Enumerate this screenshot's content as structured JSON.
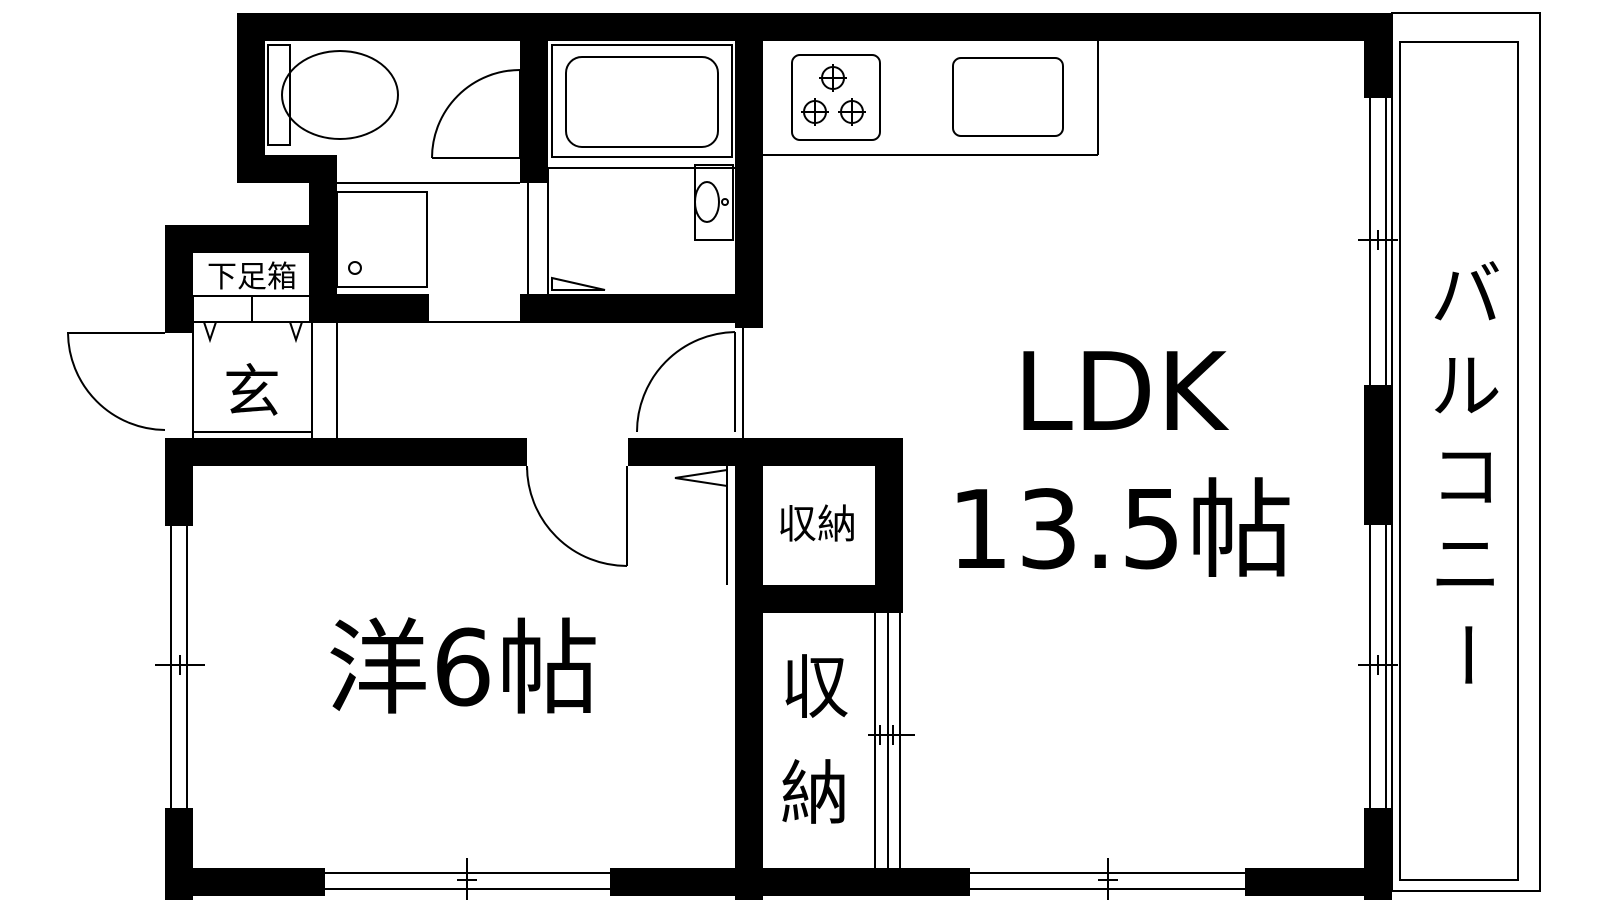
{
  "floorplan": {
    "rooms": {
      "ldk_name": "LDK",
      "ldk_size": "13.5帖",
      "western_room": "洋6帖",
      "storage_small": "収納",
      "storage_closet_line1": "収",
      "storage_closet_line2": "納",
      "entrance": "玄",
      "shoe_box": "下足箱",
      "balcony_chars": [
        "バ",
        "ル",
        "コ",
        "ニ",
        "ー"
      ]
    },
    "colors": {
      "wall": "#000000",
      "background": "#ffffff"
    }
  }
}
